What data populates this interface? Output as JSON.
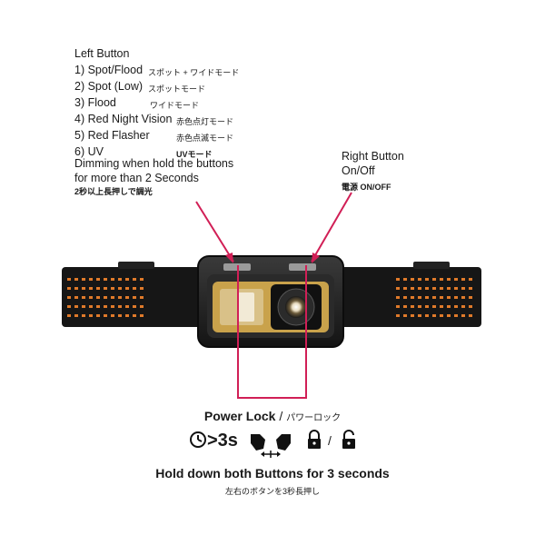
{
  "left_button": {
    "title": "Left Button",
    "modes": [
      {
        "en": "1) Spot/Flood",
        "jp": "スポット + ワイドモード"
      },
      {
        "en": "2) Spot (Low)",
        "jp": "スポットモード"
      },
      {
        "en": "3) Flood",
        "jp": "ワイドモード"
      },
      {
        "en": "4) Red Night Vision",
        "jp": "赤色点灯モード"
      },
      {
        "en": "5) Red Flasher",
        "jp": "赤色点滅モード"
      },
      {
        "en": "6) UV",
        "jp": "UVモード"
      }
    ],
    "dimming_line1": "Dimming when hold the buttons",
    "dimming_line2": "for more than 2 Seconds",
    "dimming_jp": "2秒以上長押しで調光"
  },
  "right_button": {
    "title": "Right Button",
    "onoff": "On/Off",
    "jp": "電源 ON/OFF"
  },
  "power_lock": {
    "title": "Power Lock",
    "slash": " / ",
    "jp": "パワーロック",
    "duration": ">3s",
    "separator": "/"
  },
  "hold_instruction": {
    "en": "Hold down both Buttons for 3 seconds",
    "jp": "左右のボタンを3秒長押し"
  },
  "colors": {
    "pointer_red": "#d11f56",
    "strap": "#151515",
    "strap_stitch": "#e07a2a",
    "cob_yellow": "#c9a24b"
  },
  "icons": [
    "clock-icon",
    "hands-press-icon",
    "lock-closed-icon",
    "lock-open-icon"
  ]
}
